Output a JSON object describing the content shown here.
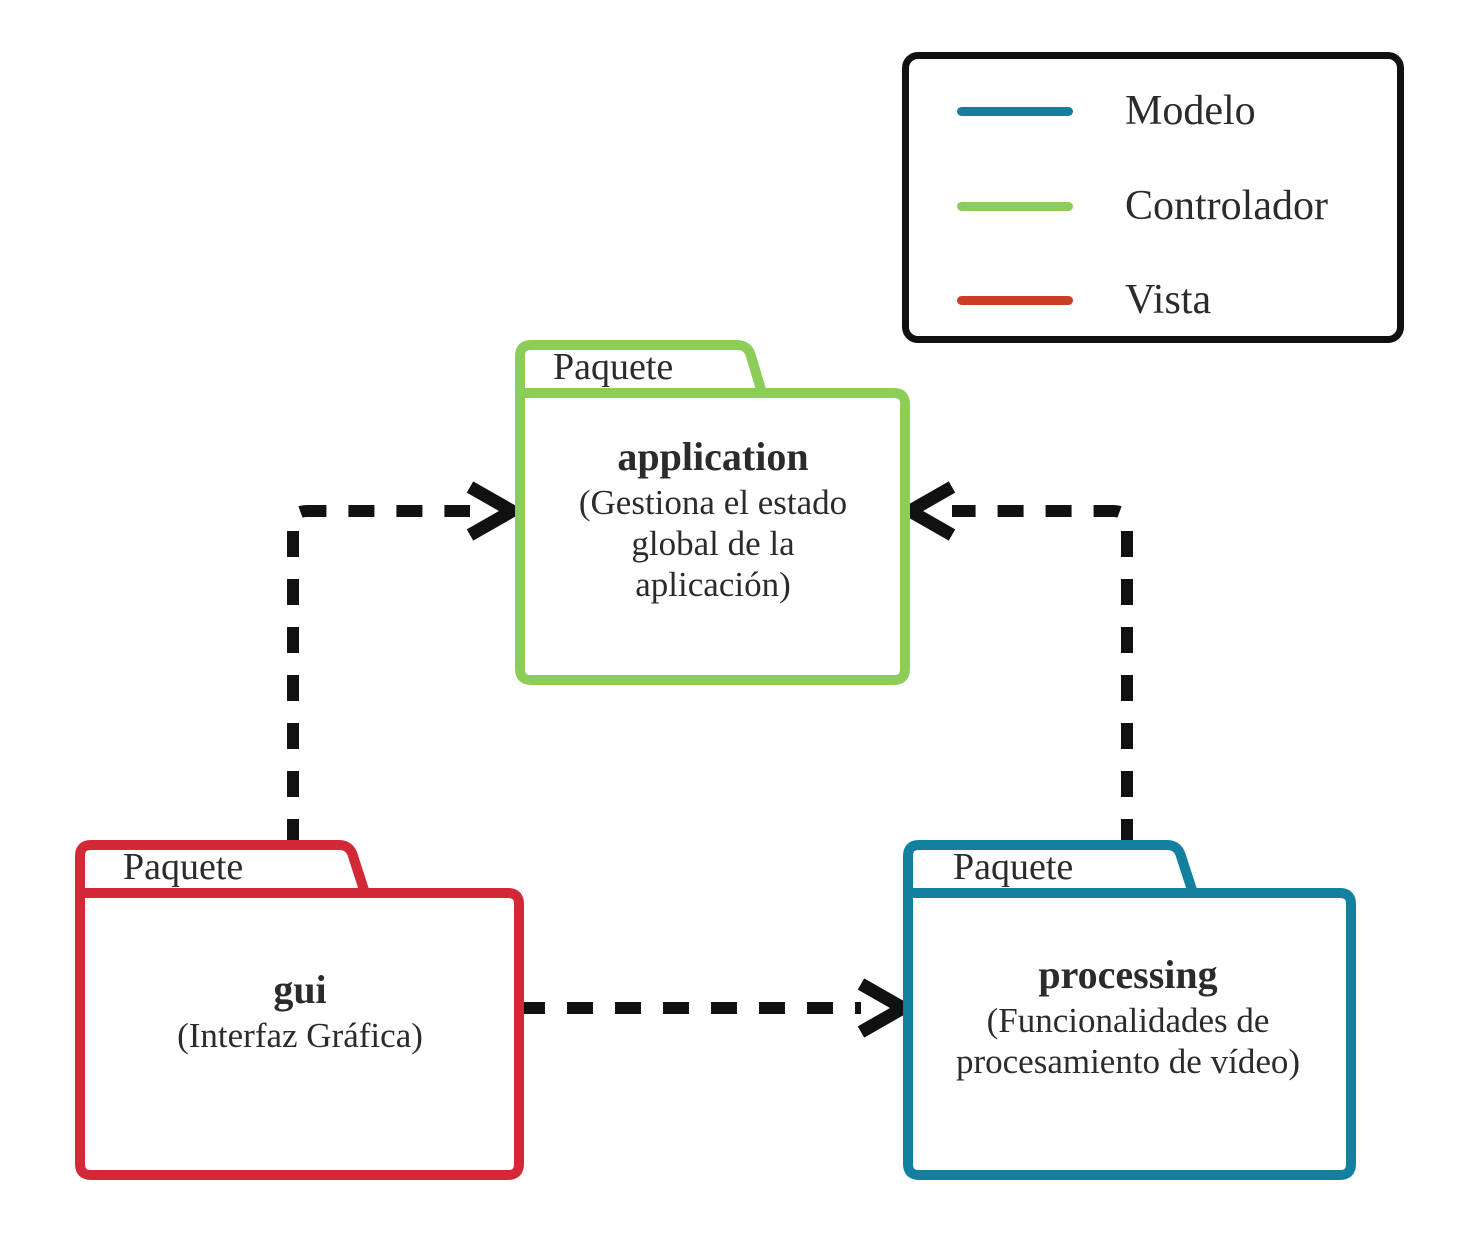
{
  "diagram": {
    "type": "uml-package-diagram",
    "background": "#ffffff",
    "edge_color": "#111111"
  },
  "legend": {
    "border_color": "#111111",
    "items": [
      {
        "label": "Modelo",
        "color": "#1380a0"
      },
      {
        "label": "Controlador",
        "color": "#8ccd5a"
      },
      {
        "label": "Vista",
        "color": "#cc3d26"
      }
    ]
  },
  "packages": [
    {
      "id": "application",
      "tab_label": "Paquete",
      "name": "application",
      "description": "(Gestiona el estado global de la aplicación)",
      "desc_lines": [
        "(Gestiona el estado",
        "global de la",
        "aplicación)"
      ],
      "color": "#8ccd5a",
      "layer": "Controlador"
    },
    {
      "id": "gui",
      "tab_label": "Paquete",
      "name": "gui",
      "description": "(Interfaz Gráfica)",
      "desc_lines": [
        "(Interfaz Gráfica)"
      ],
      "color": "#d32836",
      "layer": "Vista"
    },
    {
      "id": "processing",
      "tab_label": "Paquete",
      "name": "processing",
      "description": "(Funcionalidades de procesamiento de vídeo)",
      "desc_lines": [
        "(Funcionalidades de",
        "procesamiento de vídeo)"
      ],
      "color": "#1380a0",
      "layer": "Modelo"
    }
  ],
  "edges": [
    {
      "id": "gui-to-application",
      "from": "gui",
      "to": "application",
      "style": "dashed",
      "arrow": "open"
    },
    {
      "id": "processing-to-application",
      "from": "processing",
      "to": "application",
      "style": "dashed",
      "arrow": "open"
    },
    {
      "id": "gui-to-processing",
      "from": "gui",
      "to": "processing",
      "style": "dashed",
      "arrow": "open"
    }
  ]
}
